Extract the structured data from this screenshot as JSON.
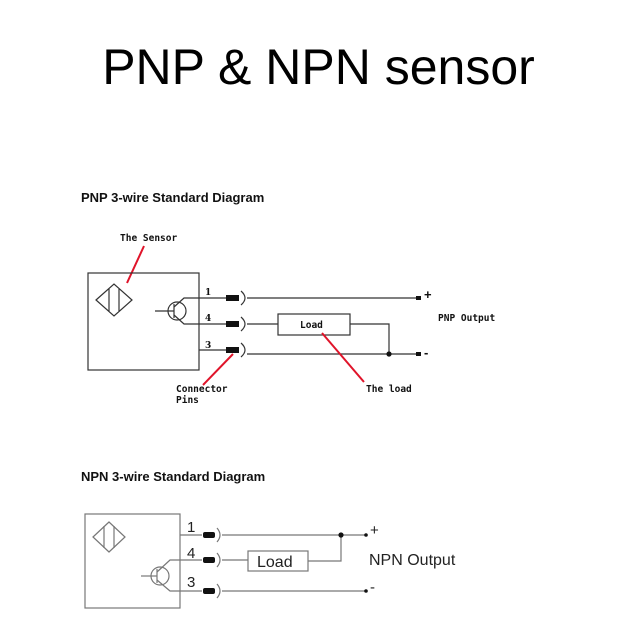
{
  "title": "PNP & NPN sensor",
  "pnp": {
    "heading": "PNP 3-wire Standard Diagram",
    "sensor_label": "The Sensor",
    "pins": [
      "1",
      "4",
      "3"
    ],
    "load_label": "Load",
    "plus": "+",
    "minus": "-",
    "output_label": "PNP Output",
    "connector_label_1": "Connector",
    "connector_label_2": "Pins",
    "the_load_label": "The load"
  },
  "npn": {
    "heading": "NPN 3-wire Standard Diagram",
    "pins": [
      "1",
      "4",
      "3"
    ],
    "load_label": "Load",
    "plus": "+",
    "minus": "-",
    "output_label": "NPN Output"
  },
  "colors": {
    "annotation": "#e0142a"
  }
}
